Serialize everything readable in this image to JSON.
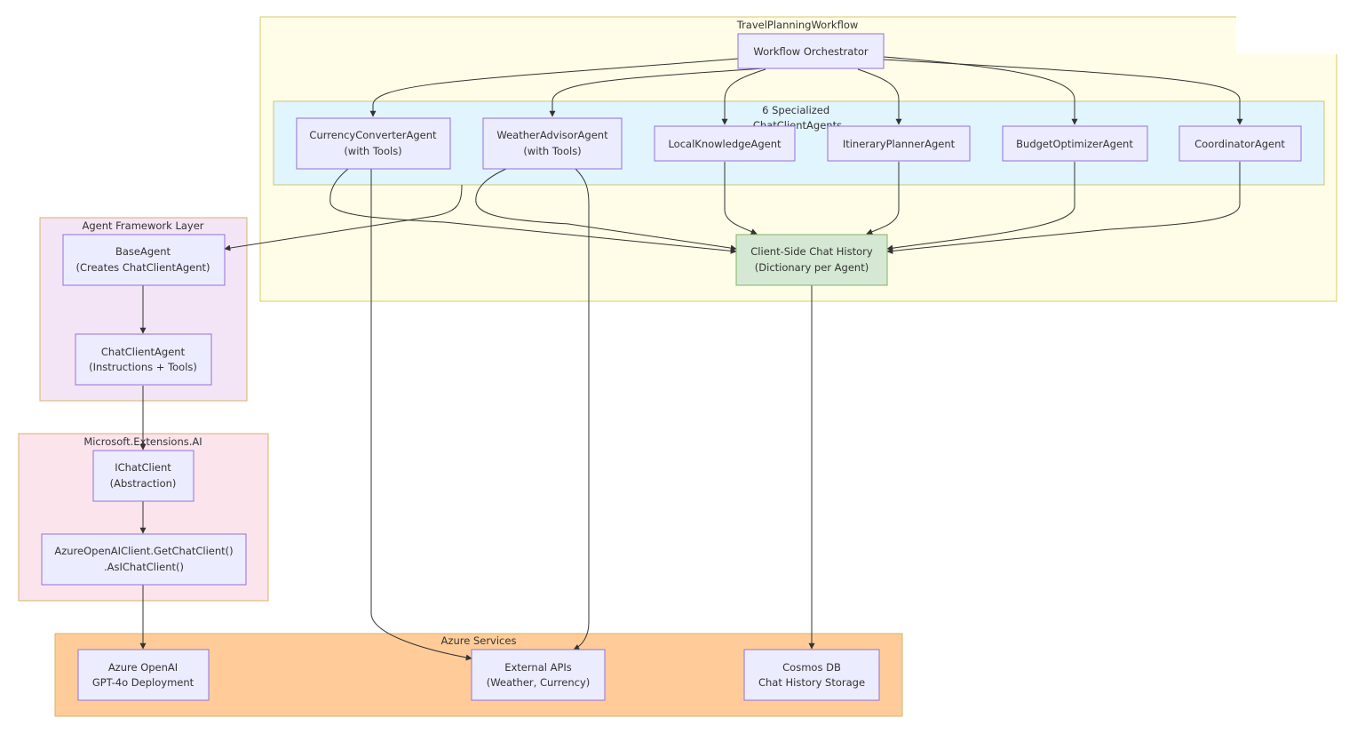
{
  "groups": {
    "travel_planning_workflow": {
      "title": "TravelPlanningWorkflow"
    },
    "specialized_agents": {
      "title": "6 Specialized ChatClientAgents"
    },
    "agent_framework_layer": {
      "title": "Agent Framework Layer"
    },
    "microsoft_extensions_ai": {
      "title": "Microsoft.Extensions.AI"
    },
    "azure_services": {
      "title": "Azure Services"
    }
  },
  "nodes": {
    "workflow_orchestrator": {
      "lines": [
        "Workflow Orchestrator"
      ]
    },
    "currency_converter_agent": {
      "lines": [
        "CurrencyConverterAgent",
        "(with Tools)"
      ]
    },
    "weather_advisor_agent": {
      "lines": [
        "WeatherAdvisorAgent",
        "(with Tools)"
      ]
    },
    "local_knowledge_agent": {
      "lines": [
        "LocalKnowledgeAgent"
      ]
    },
    "itinerary_planner_agent": {
      "lines": [
        "ItineraryPlannerAgent"
      ]
    },
    "budget_optimizer_agent": {
      "lines": [
        "BudgetOptimizerAgent"
      ]
    },
    "coordinator_agent": {
      "lines": [
        "CoordinatorAgent"
      ]
    },
    "client_side_chat_history": {
      "lines": [
        "Client-Side Chat History",
        "(Dictionary per Agent)"
      ]
    },
    "base_agent": {
      "lines": [
        "BaseAgent",
        "(Creates ChatClientAgent)"
      ]
    },
    "chat_client_agent": {
      "lines": [
        "ChatClientAgent",
        "(Instructions + Tools)"
      ]
    },
    "ichat_client": {
      "lines": [
        "IChatClient",
        "(Abstraction)"
      ]
    },
    "azure_openai_client": {
      "lines": [
        "AzureOpenAIClient.GetChatClient()",
        ".AsIChatClient()"
      ]
    },
    "azure_openai": {
      "lines": [
        "Azure OpenAI",
        "GPT-4o Deployment"
      ]
    },
    "external_apis": {
      "lines": [
        "External APIs",
        "(Weather, Currency)"
      ]
    },
    "cosmos_db": {
      "lines": [
        "Cosmos DB",
        "Chat History Storage"
      ]
    }
  },
  "edges": [
    {
      "from": "workflow_orchestrator",
      "to": "currency_converter_agent"
    },
    {
      "from": "workflow_orchestrator",
      "to": "weather_advisor_agent"
    },
    {
      "from": "workflow_orchestrator",
      "to": "local_knowledge_agent"
    },
    {
      "from": "workflow_orchestrator",
      "to": "itinerary_planner_agent"
    },
    {
      "from": "workflow_orchestrator",
      "to": "budget_optimizer_agent"
    },
    {
      "from": "workflow_orchestrator",
      "to": "coordinator_agent"
    },
    {
      "from": "specialized_agents",
      "to": "base_agent"
    },
    {
      "from": "currency_converter_agent",
      "to": "client_side_chat_history"
    },
    {
      "from": "weather_advisor_agent",
      "to": "client_side_chat_history"
    },
    {
      "from": "local_knowledge_agent",
      "to": "client_side_chat_history"
    },
    {
      "from": "itinerary_planner_agent",
      "to": "client_side_chat_history"
    },
    {
      "from": "budget_optimizer_agent",
      "to": "client_side_chat_history"
    },
    {
      "from": "coordinator_agent",
      "to": "client_side_chat_history"
    },
    {
      "from": "base_agent",
      "to": "chat_client_agent"
    },
    {
      "from": "chat_client_agent",
      "to": "ichat_client"
    },
    {
      "from": "ichat_client",
      "to": "azure_openai_client"
    },
    {
      "from": "azure_openai_client",
      "to": "azure_openai"
    },
    {
      "from": "currency_converter_agent",
      "to": "external_apis"
    },
    {
      "from": "weather_advisor_agent",
      "to": "external_apis"
    },
    {
      "from": "client_side_chat_history",
      "to": "cosmos_db"
    }
  ],
  "colors": {
    "node_fill": "#ECECFF",
    "node_stroke": "#9370DB",
    "highlight_fill": "#D5E8D4",
    "highlight_stroke": "#82B366",
    "workflow_fill": "#FFFDE7",
    "agents_fill": "#E1F5FE",
    "framework_fill": "#F3E5F5",
    "extensions_fill": "#FCE4EC",
    "azure_fill": "#FFCC99",
    "edge": "#333333"
  }
}
